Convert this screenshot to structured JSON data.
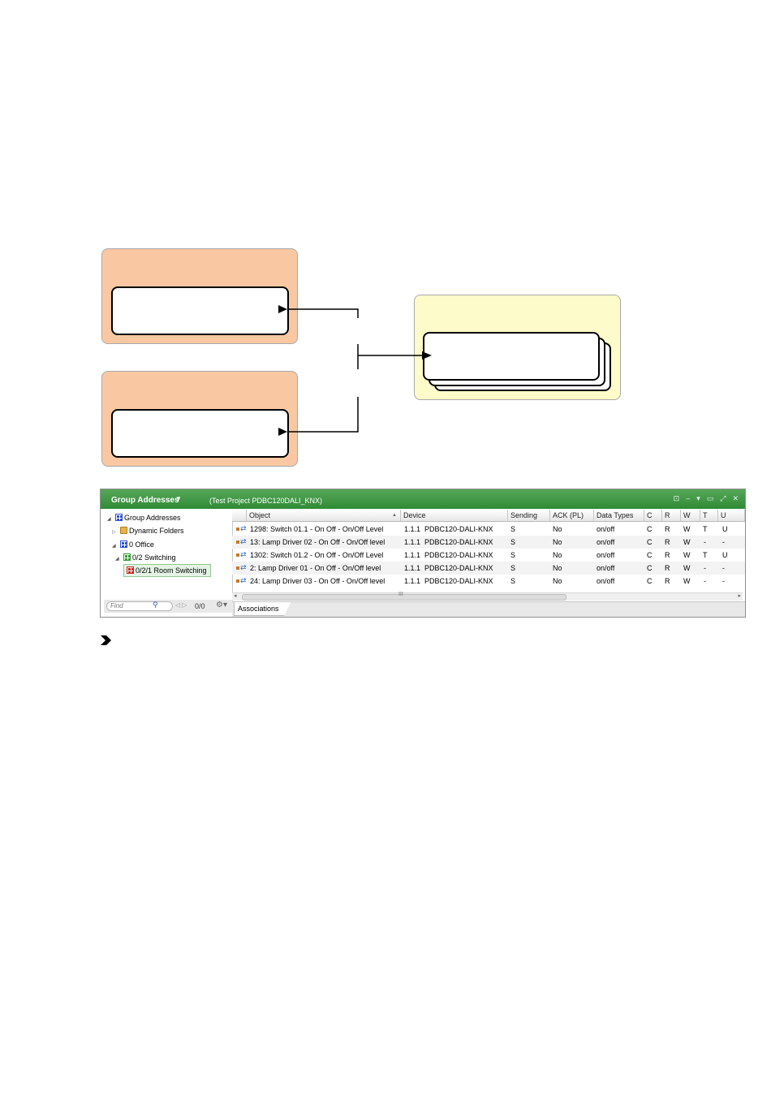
{
  "window": {
    "title": "Group Addresses",
    "title_caret": "▼",
    "project": "(Test Project PDBC120DALI_KNX)",
    "icons": [
      "pin-icon",
      "minus-icon",
      "dropdown-icon",
      "restore-icon",
      "maximize-icon",
      "close-icon"
    ]
  },
  "tree": {
    "items": [
      {
        "label": "Group Addresses",
        "expander": "◢",
        "icon": "group-addresses-icon"
      },
      {
        "label": "Dynamic Folders",
        "expander": "▷",
        "icon": "dynamic-folder-icon"
      },
      {
        "label": "0 Office",
        "expander": "◢",
        "icon": "main-group-icon"
      },
      {
        "label": "0/2 Switching",
        "expander": "◢",
        "icon": "middle-group-icon"
      },
      {
        "label": "0/2/1 Room Switching",
        "expander": "",
        "icon": "group-address-icon"
      }
    ]
  },
  "find": {
    "placeholder": "Find",
    "count": "0/0"
  },
  "grid": {
    "columns": [
      "Object",
      "Device",
      "Sending",
      "ACK (PL)",
      "Data Types",
      "C",
      "R",
      "W",
      "T",
      "U"
    ],
    "sort_indicator": "▲",
    "rows": [
      {
        "object": "1298: Switch 01.1 - On Off - On/Off Level",
        "address": "1.1.1",
        "device": "PDBC120-DALI-KNX",
        "sending": "S",
        "ack": "No",
        "dtype": "on/off",
        "c": "C",
        "r": "R",
        "w": "W",
        "t": "T",
        "u": "U"
      },
      {
        "object": "13: Lamp Driver 02 - On Off - On/Off level",
        "address": "1.1.1",
        "device": "PDBC120-DALI-KNX",
        "sending": "S",
        "ack": "No",
        "dtype": "on/off",
        "c": "C",
        "r": "R",
        "w": "W",
        "t": "-",
        "u": "-"
      },
      {
        "object": "1302: Switch 01.2 - On Off - On/Off Level",
        "address": "1.1.1",
        "device": "PDBC120-DALI-KNX",
        "sending": "S",
        "ack": "No",
        "dtype": "on/off",
        "c": "C",
        "r": "R",
        "w": "W",
        "t": "T",
        "u": "U"
      },
      {
        "object": "2: Lamp Driver 01 - On Off - On/Off level",
        "address": "1.1.1",
        "device": "PDBC120-DALI-KNX",
        "sending": "S",
        "ack": "No",
        "dtype": "on/off",
        "c": "C",
        "r": "R",
        "w": "W",
        "t": "-",
        "u": "-"
      },
      {
        "object": "24: Lamp Driver 03 - On Off - On/Off level",
        "address": "1.1.1",
        "device": "PDBC120-DALI-KNX",
        "sending": "S",
        "ack": "No",
        "dtype": "on/off",
        "c": "C",
        "r": "R",
        "w": "W",
        "t": "-",
        "u": "-"
      }
    ],
    "scroll_grip": "III"
  },
  "tabs": {
    "associations": "Associations"
  },
  "colors": {
    "titlebar": "#3a9440",
    "sender_box": "#f9c8a3",
    "receiver_box": "#fdfbc9",
    "selected_row": "#e4f3e4"
  }
}
